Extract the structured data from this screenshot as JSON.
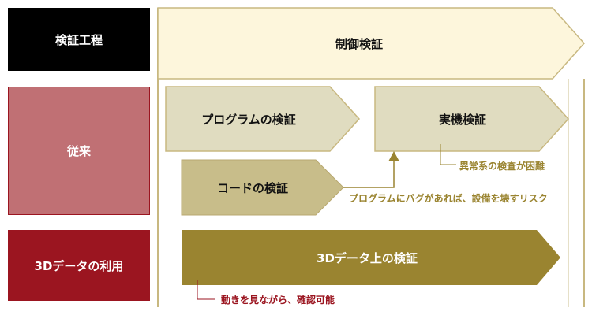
{
  "rows": {
    "process": "検証工程",
    "conventional": "従来",
    "use_3d": "3Dデータの利用"
  },
  "arrows": {
    "control": "制御検証",
    "program": "プログラムの検証",
    "machine": "実機検証",
    "code": "コードの検証",
    "data3d": "3Dデータ上の検証"
  },
  "notes": {
    "abnormal": "異常系の検査が困難",
    "risk": "プログラムにバグがあれば、設備を壊すリスク",
    "visual": "動きを見ながら、確認可能"
  },
  "colors": {
    "black": "#000000",
    "pink": "#c07074",
    "darkred": "#9b1520",
    "olive": "#9a8430"
  }
}
